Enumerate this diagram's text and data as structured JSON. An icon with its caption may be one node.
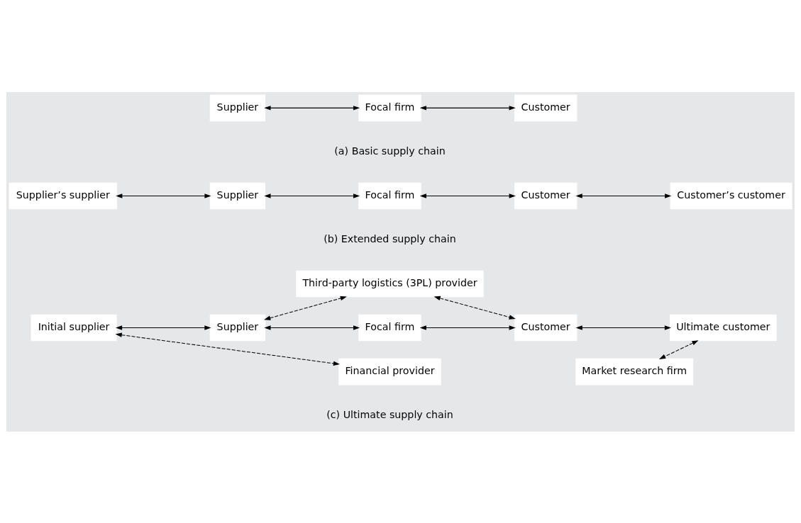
{
  "diagram": {
    "nodes": [
      {
        "text": [
          "Supplier"
        ]
      },
      {
        "text": [
          "Focal firm"
        ]
      },
      {
        "text": [
          "Customer"
        ]
      },
      {
        "text": [
          "Supplier’s supplier"
        ]
      },
      {
        "text": [
          "Supplier"
        ]
      },
      {
        "text": [
          "Focal firm"
        ]
      },
      {
        "text": [
          "Customer"
        ]
      },
      {
        "text": [
          "Customer’s customer"
        ]
      },
      {
        "text": [
          "Third-party logistics (3PL) provider"
        ]
      },
      {
        "text": [
          "Initial supplier"
        ]
      },
      {
        "text": [
          "Supplier"
        ]
      },
      {
        "text": [
          "Focal firm"
        ]
      },
      {
        "text": [
          "Customer"
        ]
      },
      {
        "text": [
          "Ultimate customer"
        ]
      },
      {
        "text": [
          "Financial provider"
        ]
      },
      {
        "text": [
          "Market research firm"
        ]
      }
    ],
    "edges": [
      {
        "from": 0,
        "to": 1,
        "arrow": "both"
      },
      {
        "from": 1,
        "to": 2,
        "arrow": "both"
      },
      {
        "from": 3,
        "to": 4,
        "arrow": "both"
      },
      {
        "from": 4,
        "to": 5,
        "arrow": "both"
      },
      {
        "from": 5,
        "to": 6,
        "arrow": "both"
      },
      {
        "from": 6,
        "to": 7,
        "arrow": "both"
      },
      {
        "from": 10,
        "to": 8,
        "arrow": "both",
        "style": "dashed"
      },
      {
        "from": 8,
        "to": 12,
        "arrow": "both",
        "style": "dashed"
      },
      {
        "from": 9,
        "to": 10,
        "arrow": "both"
      },
      {
        "from": 10,
        "to": 11,
        "arrow": "both"
      },
      {
        "from": 11,
        "to": 12,
        "arrow": "both"
      },
      {
        "from": 12,
        "to": 13,
        "arrow": "both"
      },
      {
        "from": 9,
        "to": 14,
        "arrow": "both",
        "style": "dashed"
      },
      {
        "from": 13,
        "to": 15,
        "arrow": "both",
        "style": "dashed"
      }
    ],
    "labels": [
      "(a) Basic supply chain",
      "(b) Extended supply chain",
      "(c) Ultimate supply chain"
    ]
  }
}
